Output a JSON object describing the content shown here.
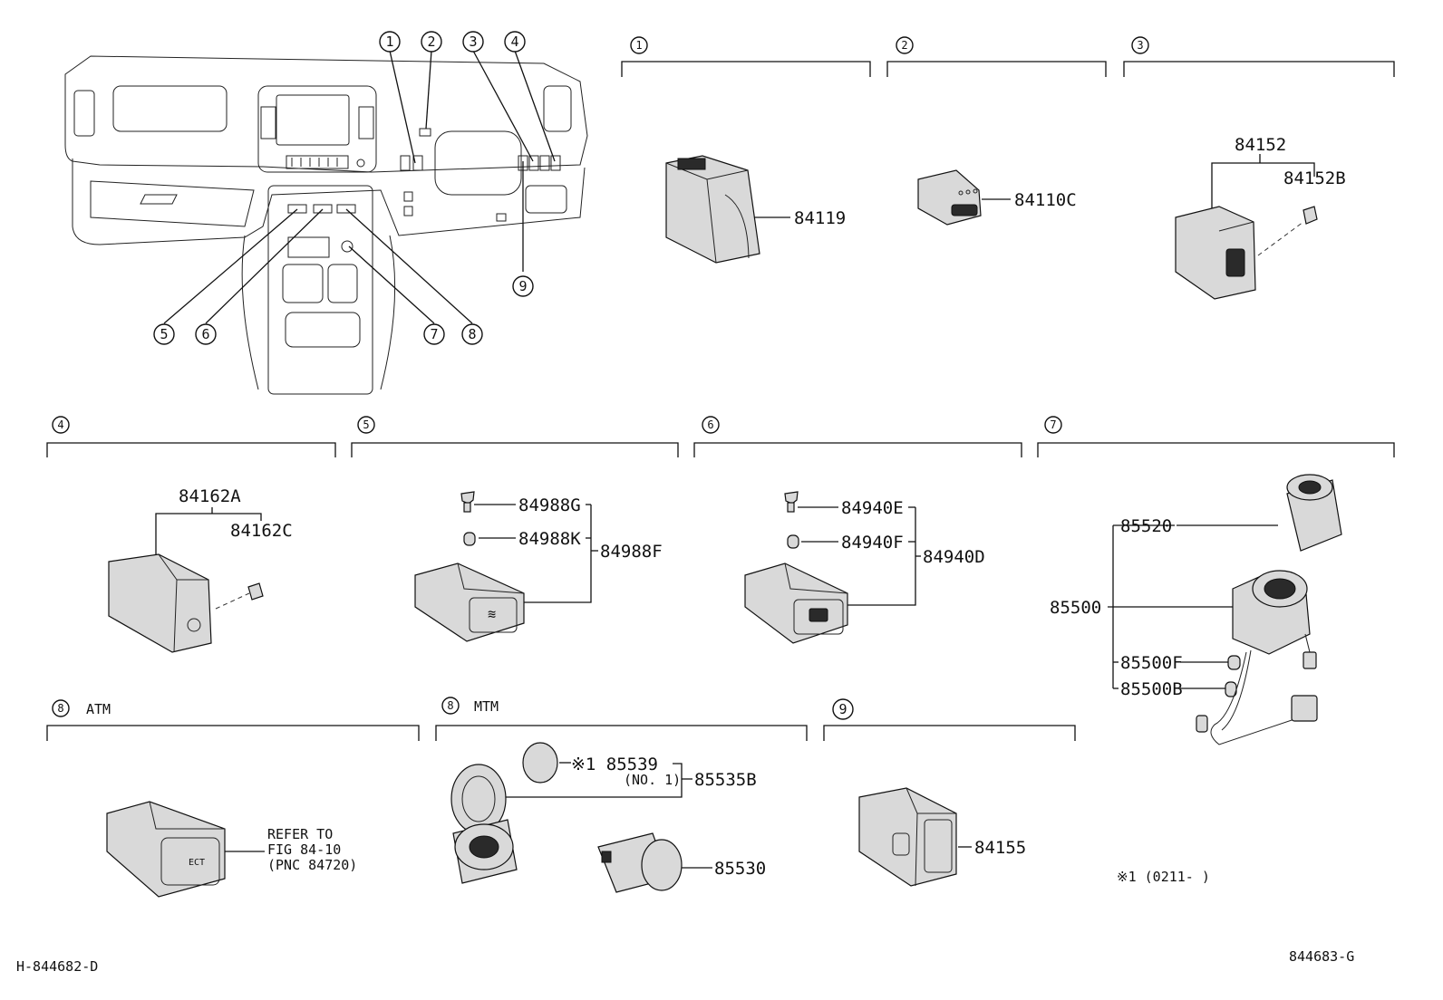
{
  "callouts": [
    "1",
    "2",
    "3",
    "4",
    "5",
    "6",
    "7",
    "8",
    "9"
  ],
  "sections": {
    "s1": {
      "num": "1"
    },
    "s2": {
      "num": "2"
    },
    "s3": {
      "num": "3"
    },
    "s4": {
      "num": "4"
    },
    "s5": {
      "num": "5"
    },
    "s6": {
      "num": "6"
    },
    "s7": {
      "num": "7"
    },
    "s8a": {
      "num": "8",
      "label": "ATM"
    },
    "s8b": {
      "num": "8",
      "label": "MTM"
    },
    "s9": {
      "num": "9"
    }
  },
  "parts": {
    "p84119": "84119",
    "p84110C": "84110C",
    "p84152": "84152",
    "p84152B": "84152B",
    "p84162A": "84162A",
    "p84162C": "84162C",
    "p84988G": "84988G",
    "p84988K": "84988K",
    "p84988F": "84988F",
    "p84940E": "84940E",
    "p84940F": "84940F",
    "p84940D": "84940D",
    "p85520": "85520",
    "p85500": "85500",
    "p85500F": "85500F",
    "p85500B": "85500B",
    "p85539": "※1 85539",
    "p85539sub": "(NO. 1)",
    "p85535B": "85535B",
    "p85530": "85530",
    "p84155": "84155"
  },
  "refer": {
    "line1": "REFER TO",
    "line2": "FIG 84-10",
    "line3": "(PNC 84720)"
  },
  "footnote": "※1 (0211-      )",
  "codes": {
    "left": "H-844682-D",
    "right": "844683-G"
  }
}
